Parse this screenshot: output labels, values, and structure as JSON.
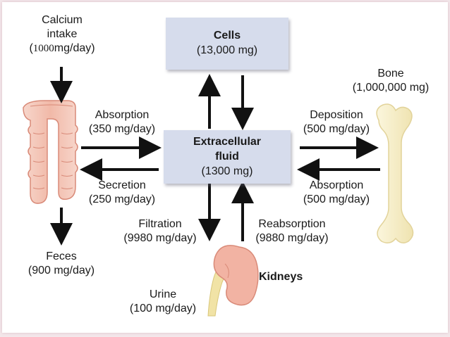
{
  "cells": {
    "title": "Cells",
    "amount": "(13,000 mg)"
  },
  "ecf": {
    "title_line1": "Extracellular",
    "title_line2": "fluid",
    "amount": "(1300 mg)"
  },
  "intake": {
    "line1": "Calcium",
    "line2": "intake",
    "amount_open": "(",
    "amount_num": "1000",
    "amount_unit": "mg/day)"
  },
  "bone": {
    "title": "Bone",
    "amount": "(1,000,000 mg)"
  },
  "gut_absorption": {
    "name": "Absorption",
    "rate": "(350 mg/day)"
  },
  "gut_secretion": {
    "name": "Secretion",
    "rate": "(250 mg/day)"
  },
  "feces": {
    "name": "Feces",
    "rate": "(900 mg/day)"
  },
  "bone_deposition": {
    "name": "Deposition",
    "rate": "(500 mg/day)"
  },
  "bone_absorption": {
    "name": "Absorption",
    "rate": "(500 mg/day)"
  },
  "filtration": {
    "name": "Filtration",
    "rate": "(9980 mg/day)"
  },
  "reabsorption": {
    "name": "Reabsorption",
    "rate": "(9880 mg/day)"
  },
  "kidneys": {
    "title": "Kidneys"
  },
  "urine": {
    "name": "Urine",
    "rate": "(100 mg/day)"
  },
  "colors": {
    "box_fill": "#d6dcec",
    "arrow": "#111111",
    "intestine": "#f4c6b8",
    "bone": "#f6efc9",
    "kidney": "#f2b3a3",
    "ureter": "#f1e3a6"
  }
}
